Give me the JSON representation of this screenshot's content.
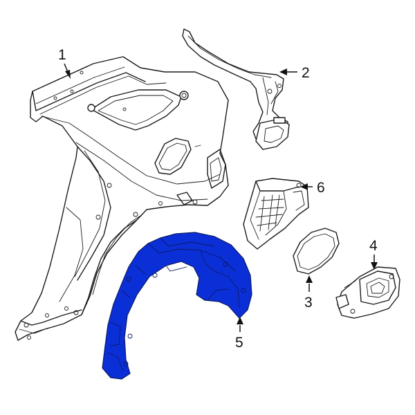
{
  "diagram": {
    "highlight_color": "#0b2fd6",
    "line_color": "#1a1a1a",
    "background": "#ffffff",
    "callouts": [
      {
        "id": "1",
        "label": "1",
        "part": "quarter-panel"
      },
      {
        "id": "2",
        "label": "2",
        "part": "fuel-filler-housing-bracket"
      },
      {
        "id": "3",
        "label": "3",
        "part": "fuel-door"
      },
      {
        "id": "4",
        "label": "4",
        "part": "fuel-door-lock-actuator-housing"
      },
      {
        "id": "5",
        "label": "5",
        "part": "wheel-well-liner",
        "highlighted": true
      },
      {
        "id": "6",
        "label": "6",
        "part": "fuel-pocket-housing"
      }
    ]
  }
}
